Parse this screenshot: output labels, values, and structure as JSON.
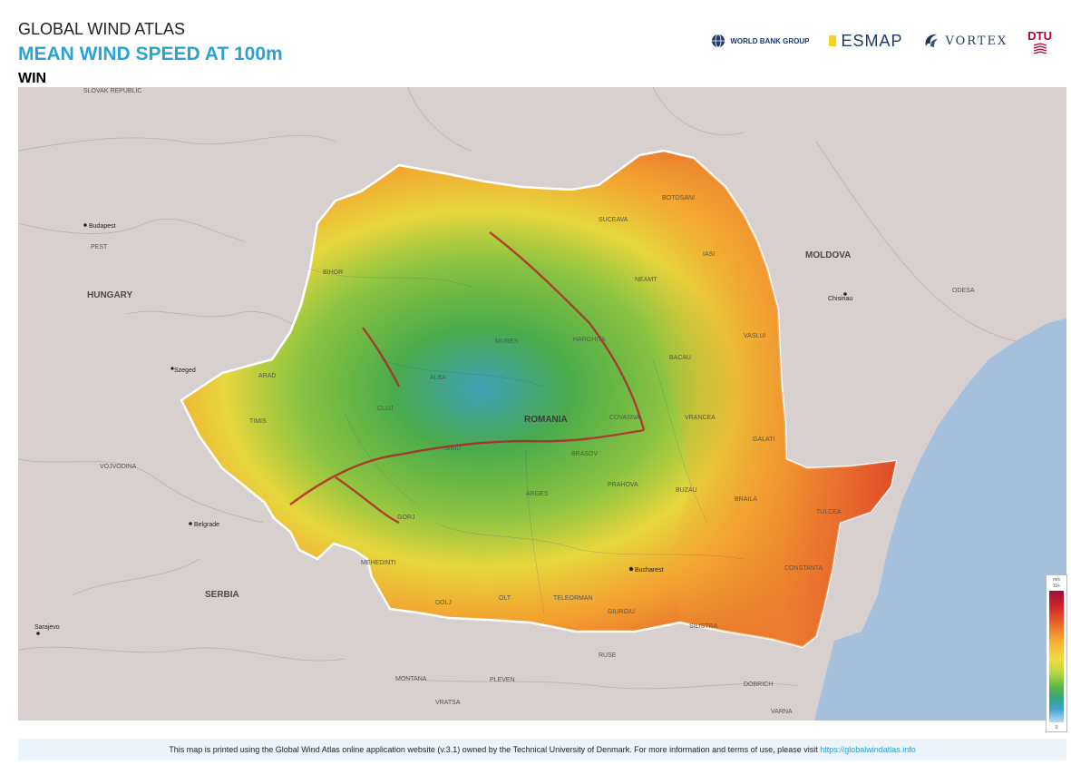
{
  "header": {
    "title": "GLOBAL WIND ATLAS",
    "subtitle": "MEAN WIND SPEED AT 100m",
    "region_code": "WIN"
  },
  "logos": [
    {
      "name": "world-bank-group",
      "text": "WORLD BANK GROUP"
    },
    {
      "name": "esmap",
      "text": "ESMAP"
    },
    {
      "name": "vortex",
      "text": "VORTEX"
    },
    {
      "name": "dtu",
      "text": "DTU"
    }
  ],
  "map": {
    "country_name": "ROMANIA",
    "neighbour_labels": [
      "HUNGARY",
      "SERBIA",
      "MOLDOVA"
    ],
    "city_labels": [
      "Budapest",
      "Belgrade",
      "Bucharest",
      "Chisinau",
      "Sarajevo",
      "Szeged"
    ],
    "minor_labels": [
      "SLOVAK REPUBLIC",
      "CLUJ",
      "SIBIU",
      "ARAD",
      "TIMIS",
      "DOLJ",
      "OLT",
      "TELEORMAN",
      "GIURGIU",
      "CONSTANTA",
      "TULCEA",
      "BRAILA",
      "GALATI",
      "VASLUI",
      "IASI",
      "SUCEAVA",
      "BOTOSANI",
      "NEAMT",
      "BACAU",
      "VRANCEA",
      "BUZAU",
      "PRAHOVA",
      "ARGES",
      "GORJ",
      "MEHEDINTI",
      "BIHOR",
      "ALBA",
      "MURES",
      "BRASOV",
      "COVASNA",
      "HARGHITA",
      "PEST",
      "VOJVODINA",
      "ODESA",
      "DOBRICH",
      "VARNA",
      "PLEVEN",
      "VRATSA",
      "MONTANA",
      "RUSE",
      "SILISTRA"
    ],
    "colors": {
      "land": "#d7d0cf",
      "sea": "#a5c0dd",
      "high": "#e0492b",
      "mid": "#f2b733",
      "low": "#4db04a",
      "lowest": "#3d9fc6"
    }
  },
  "legend": {
    "unit": "m/s",
    "max_label": "10+",
    "min_label": "0"
  },
  "footer": {
    "text": "This map is printed using the Global Wind Atlas online application website (v.3.1) owned by the Technical University of Denmark. For more information and terms of use, please visit ",
    "link": "https://globalwindatlas.info"
  }
}
